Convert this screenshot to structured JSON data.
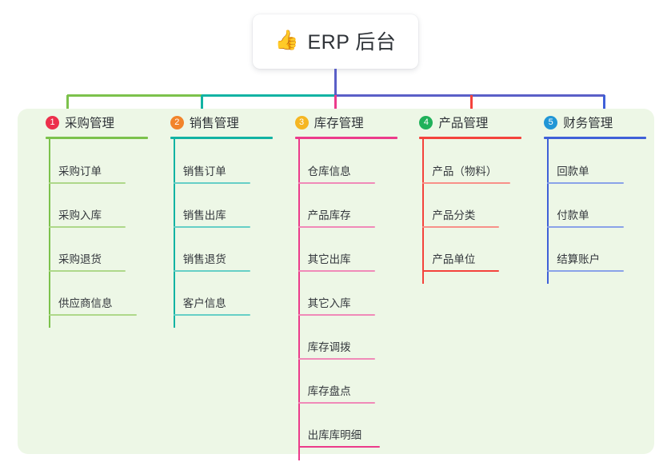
{
  "root": {
    "icon": "thumbs-up-icon",
    "emoji": "👍",
    "title": "ERP 后台"
  },
  "panel": {
    "background_color": "#edf7e6"
  },
  "connector_colors": {
    "bus_left": "#7cc24c",
    "bus_midleft": "#12b3a3",
    "bus_center": "#5a5fc7",
    "bus_right": "#5a5fc7",
    "root_stem": "#5a5fc7"
  },
  "categories": [
    {
      "index": "1",
      "label": "采购管理",
      "badge_color": "#ec2f4b",
      "line_color": "#7cc24c",
      "leaf_line_color": "#aed88a",
      "items": [
        {
          "label": "采购订单"
        },
        {
          "label": "采购入库"
        },
        {
          "label": "采购退货"
        },
        {
          "label": "供应商信息"
        }
      ]
    },
    {
      "index": "2",
      "label": "销售管理",
      "badge_color": "#f2842a",
      "line_color": "#12b3a3",
      "leaf_line_color": "#66cfc6",
      "items": [
        {
          "label": "销售订单"
        },
        {
          "label": "销售出库"
        },
        {
          "label": "销售退货"
        },
        {
          "label": "客户信息"
        }
      ]
    },
    {
      "index": "3",
      "label": "库存管理",
      "badge_color": "#f5b622",
      "line_color": "#ec3b8b",
      "leaf_line_color": "#f08ab8",
      "items": [
        {
          "label": "仓库信息"
        },
        {
          "label": "产品库存"
        },
        {
          "label": "其它出库"
        },
        {
          "label": "其它入库"
        },
        {
          "label": "库存调拨"
        },
        {
          "label": "库存盘点"
        },
        {
          "label": "出库库明细"
        }
      ]
    },
    {
      "index": "4",
      "label": "产品管理",
      "badge_color": "#20b15a",
      "line_color": "#f4433c",
      "leaf_line_color": "#f89089",
      "items": [
        {
          "label": "产品（物料）"
        },
        {
          "label": "产品分类"
        },
        {
          "label": "产品单位"
        }
      ]
    },
    {
      "index": "5",
      "label": "财务管理",
      "badge_color": "#2196d6",
      "line_color": "#3f60d8",
      "leaf_line_color": "#8aa2e8",
      "items": [
        {
          "label": "回款单"
        },
        {
          "label": "付款单"
        },
        {
          "label": "结算账户"
        }
      ]
    }
  ]
}
